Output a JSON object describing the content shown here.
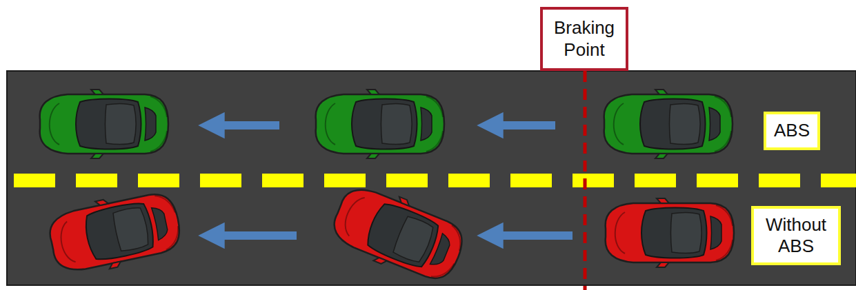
{
  "diagram": {
    "nodes": [
      {
        "text": [
          "Braking Point"
        ]
      },
      {
        "text": [
          "ABS"
        ]
      },
      {
        "text": [
          "Without ABS"
        ]
      }
    ]
  }
}
